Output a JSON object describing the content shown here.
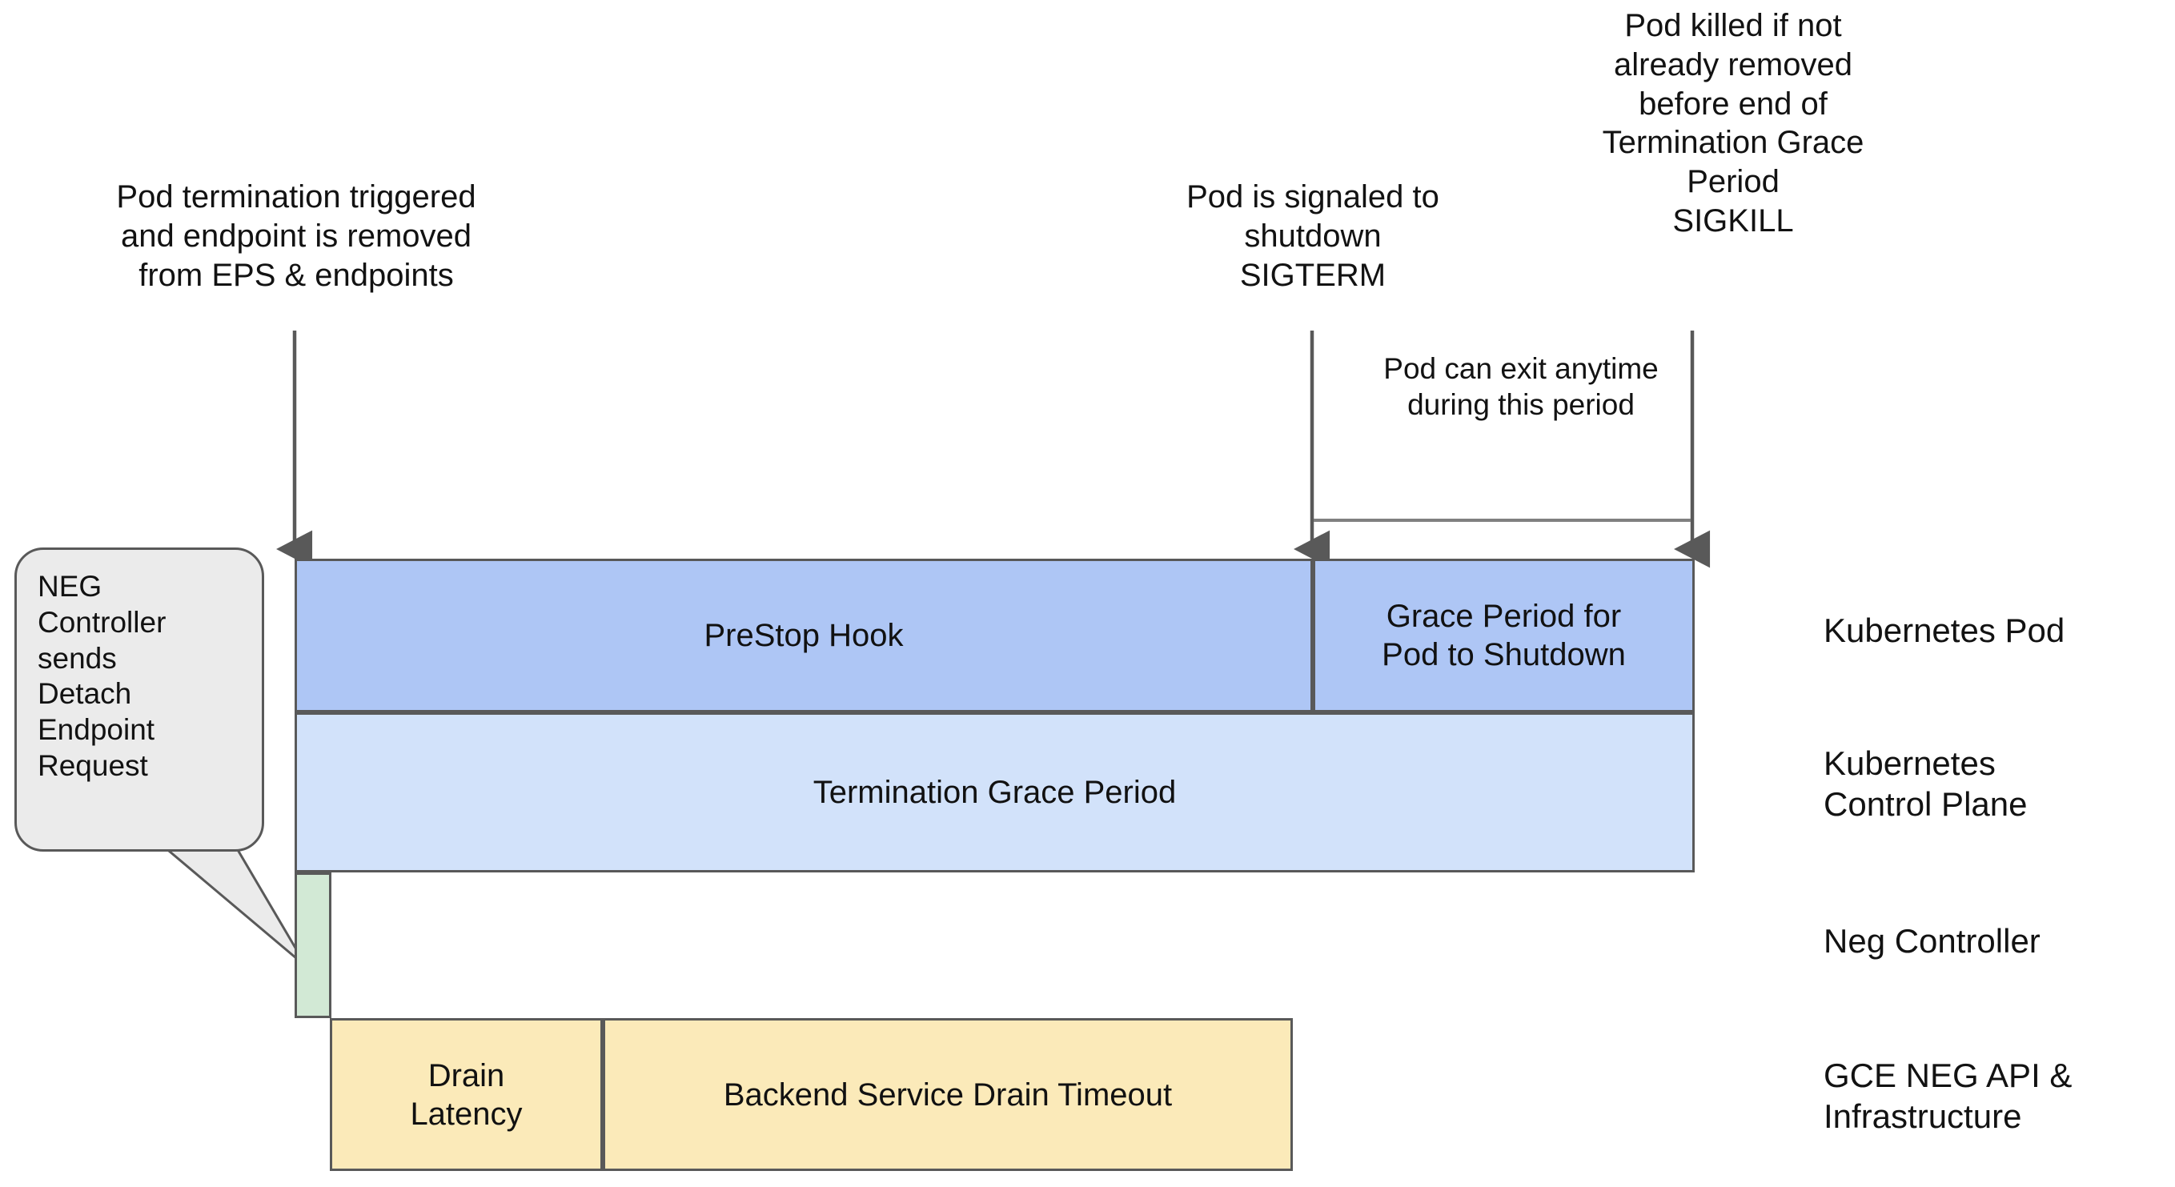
{
  "diagram": {
    "title": "Kubernetes Pod termination timeline with NEG draining",
    "colors": {
      "prestop_blue": "#aec6f5",
      "grace_blue": "#aec6f5",
      "termination_grace_blue": "#d2e2fa",
      "neg_green": "#d2e9d5",
      "drain_yellow": "#fbeab9",
      "stroke_gray": "#595959",
      "callout_gray": "#ebebeb",
      "text_black": "#121212",
      "background": "#ffffff"
    }
  },
  "annotations": {
    "pod_termination": "Pod termination triggered\nand endpoint is removed\nfrom EPS & endpoints",
    "sigterm": "Pod is signaled to\nshutdown\nSIGTERM",
    "sigkill": "Pod killed if not\nalready removed\nbefore end of\nTermination Grace\nPeriod\nSIGKILL",
    "pod_can_exit": "Pod can exit anytime\nduring this period"
  },
  "callout": {
    "text": "NEG\nController\nsends\nDetach\nEndpoint\nRequest"
  },
  "bars": {
    "prestop_hook": "PreStop Hook",
    "grace_period_for_pod": "Grace Period for\nPod to Shutdown",
    "termination_grace_period": "Termination Grace Period",
    "neg_controller_bar": "",
    "drain_latency": "Drain\nLatency",
    "backend_service_drain_timeout": "Backend Service Drain Timeout"
  },
  "lanes": {
    "kubernetes_pod": "Kubernetes Pod",
    "kubernetes_control_plane": "Kubernetes\nControl Plane",
    "neg_controller": "Neg Controller",
    "gce_neg_api": "GCE NEG API &\nInfrastructure"
  }
}
